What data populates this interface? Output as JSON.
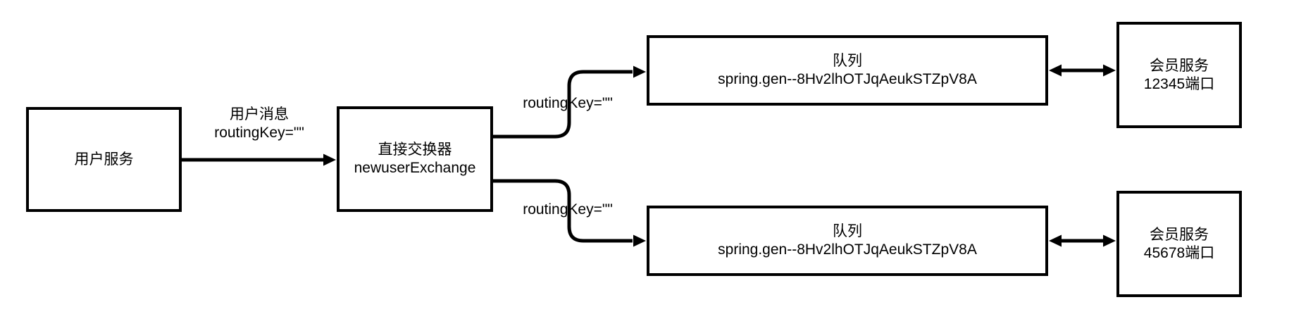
{
  "diagram": {
    "title": "newuserExchange message routing diagram",
    "colors": {
      "stroke": "#000000",
      "background": "#ffffff"
    },
    "nodes": {
      "user_service": {
        "label": "用户服务"
      },
      "exchange": {
        "line1": "直接交换器",
        "line2": "newuserExchange"
      },
      "queue_top": {
        "line1": "队列",
        "line2": "spring.gen--8Hv2lhOTJqAeukSTZpV8A"
      },
      "queue_bottom": {
        "line1": "队列",
        "line2": "spring.gen--8Hv2lhOTJqAeukSTZpV8A"
      },
      "member_service_top": {
        "line1": "会员服务",
        "line2": "12345端口"
      },
      "member_service_bottom": {
        "line1": "会员服务",
        "line2": "45678端口"
      }
    },
    "edges": {
      "user_to_exchange": {
        "label_line1": "用户消息",
        "label_line2": "routingKey=\"\""
      },
      "exchange_to_queue_top": {
        "label": "routingKey=\"\""
      },
      "exchange_to_queue_bottom": {
        "label": "routingKey=\"\""
      }
    }
  }
}
